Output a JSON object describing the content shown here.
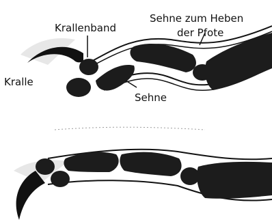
{
  "figure": {
    "labels": {
      "claw": "Kralle",
      "claw_ligament": "Krallenband",
      "tendon_lift_line1": "Sehne zum Heben",
      "tendon_lift_line2": "der Pfote",
      "tendon": "Sehne"
    },
    "panels": [
      "retracted-claw",
      "extended-claw"
    ],
    "colors": {
      "ink": "#111111",
      "bone": "#1c1c1c",
      "paper": "#ffffff",
      "shade": "#8a8a8a"
    }
  }
}
